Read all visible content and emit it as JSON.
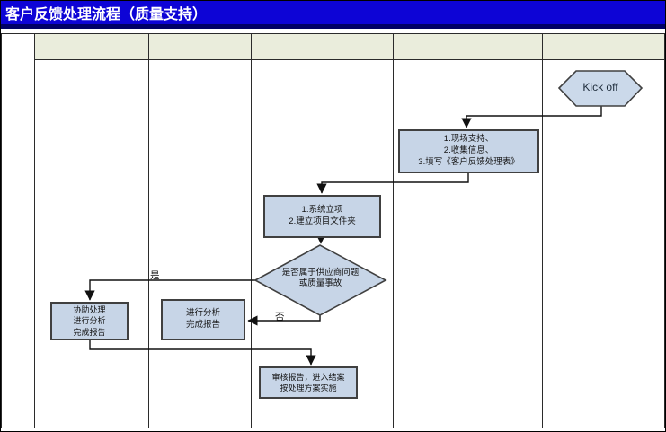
{
  "title": "客户反馈处理流程（质量支持）",
  "colors": {
    "title_bar": "#0d04d6",
    "title_underline": "#000066",
    "header_cell": "#eaeddc",
    "shape_fill": "#c7d5e7",
    "shape_border": "#404040",
    "grid_line": "#2b2b2b",
    "title_text": "#ffffff"
  },
  "lanes": {
    "header_labels": [
      "",
      "",
      "",
      "",
      ""
    ]
  },
  "flow": {
    "start": {
      "label": "Kick off"
    },
    "nodes": {
      "onsite": {
        "lines": [
          "1.现场支持、",
          "2.收集信息、",
          "3.填写《客户反馈处理表》"
        ]
      },
      "project": {
        "lines": [
          "1.系统立项",
          "2.建立项目文件夹"
        ]
      },
      "decision": {
        "lines": [
          "是否属于供应商问题",
          "或质量事故"
        ]
      },
      "assist": {
        "lines": [
          "协助处理",
          "进行分析",
          "完成报告"
        ]
      },
      "analyze": {
        "lines": [
          "进行分析",
          "完成报告"
        ]
      },
      "review": {
        "lines": [
          "审核报告，进入结案",
          "按处理方案实施"
        ]
      }
    },
    "edge_labels": {
      "yes": "是",
      "no": "否"
    }
  }
}
